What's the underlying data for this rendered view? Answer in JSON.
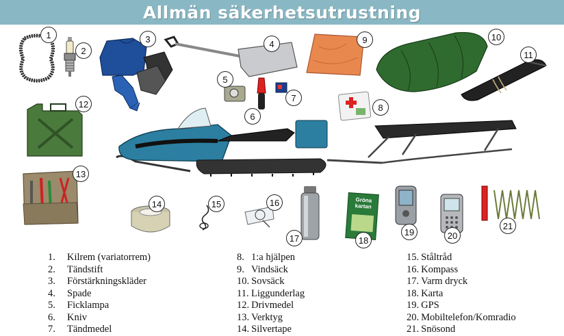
{
  "title": "Allmän säkerhetsutrustning",
  "colors": {
    "header_bg": "#89b8c4",
    "snowmobile_body": "#2c7fa1",
    "bag_orange": "#e8884f",
    "green_bag": "#2f6b2e",
    "jerrycan": "#4a7a3c",
    "clothes_blue": "#1f4f9a"
  },
  "badges": [
    "1",
    "2",
    "3",
    "4",
    "5",
    "6",
    "7",
    "8",
    "9",
    "10",
    "11",
    "12",
    "13",
    "14",
    "15",
    "16",
    "17",
    "18",
    "19",
    "20",
    "21"
  ],
  "map_text": "Gröna kartan",
  "legend": [
    {
      "num": "1.",
      "label": "Kilrem (variatorrem)"
    },
    {
      "num": "2.",
      "label": "Tändstift"
    },
    {
      "num": "3.",
      "label": "Förstärkningskläder"
    },
    {
      "num": "4.",
      "label": "Spade"
    },
    {
      "num": "5.",
      "label": "Ficklampa"
    },
    {
      "num": "6.",
      "label": "Kniv"
    },
    {
      "num": "7.",
      "label": "Tändmedel"
    },
    {
      "num": "8.",
      "label": "1:a hjälpen"
    },
    {
      "num": "9.",
      "label": "Vindsäck"
    },
    {
      "num": "10.",
      "label": "Sovsäck"
    },
    {
      "num": "11.",
      "label": "Liggunderlag"
    },
    {
      "num": "12.",
      "label": "Drivmedel"
    },
    {
      "num": "13.",
      "label": "Verktyg"
    },
    {
      "num": "14.",
      "label": "Silvertape"
    },
    {
      "num": "15.",
      "label": "Ståltråd"
    },
    {
      "num": "16.",
      "label": "Kompass"
    },
    {
      "num": "17.",
      "label": "Varm dryck"
    },
    {
      "num": "18.",
      "label": "Karta"
    },
    {
      "num": "19.",
      "label": "GPS"
    },
    {
      "num": "20.",
      "label": "Mobiltelefon/Komradio"
    },
    {
      "num": "21.",
      "label": "Snösond"
    }
  ]
}
